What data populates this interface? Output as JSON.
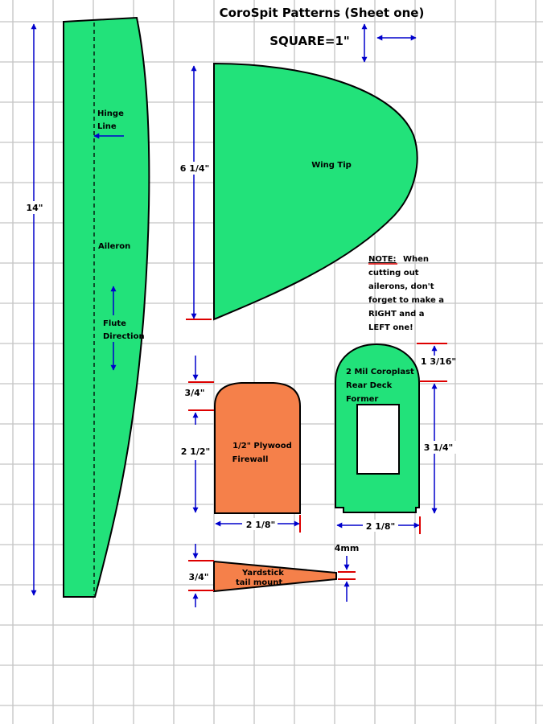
{
  "title": "CoroSpit Patterns (Sheet one)",
  "scale_label": "SQUARE=1\"",
  "colors": {
    "grid": "#c4c4c4",
    "green": "#22e27a",
    "orange": "#f5804a",
    "arrow": "#0000cc",
    "tick": "#dd0000"
  },
  "aileron": {
    "hinge_line": [
      "Hinge",
      "Line"
    ],
    "name": "Aileron",
    "flute_direction": [
      "Flute",
      "Direction"
    ],
    "length": "14\""
  },
  "wing_tip": {
    "name": "Wing Tip",
    "height": "6 1/4\""
  },
  "note": {
    "heading": "NOTE:",
    "lines": [
      "When",
      "cutting out",
      "ailerons, don't",
      "forget to make a",
      "RIGHT and a",
      "LEFT one!"
    ]
  },
  "firewall": {
    "name": [
      "1/2\" Plywood",
      "Firewall"
    ],
    "top_height": "3/4\"",
    "height": "2 1/2\"",
    "width": "2 1/8\""
  },
  "rear_deck": {
    "name": [
      "2 Mil Coroplast",
      "Rear Deck",
      "Former"
    ],
    "top_height": "1 3/16\"",
    "height": "3 1/4\"",
    "width": "2 1/8\""
  },
  "tail_mount": {
    "name": [
      "Yardstick",
      "tail mount"
    ],
    "height": "3/4\"",
    "tip": "4mm"
  }
}
